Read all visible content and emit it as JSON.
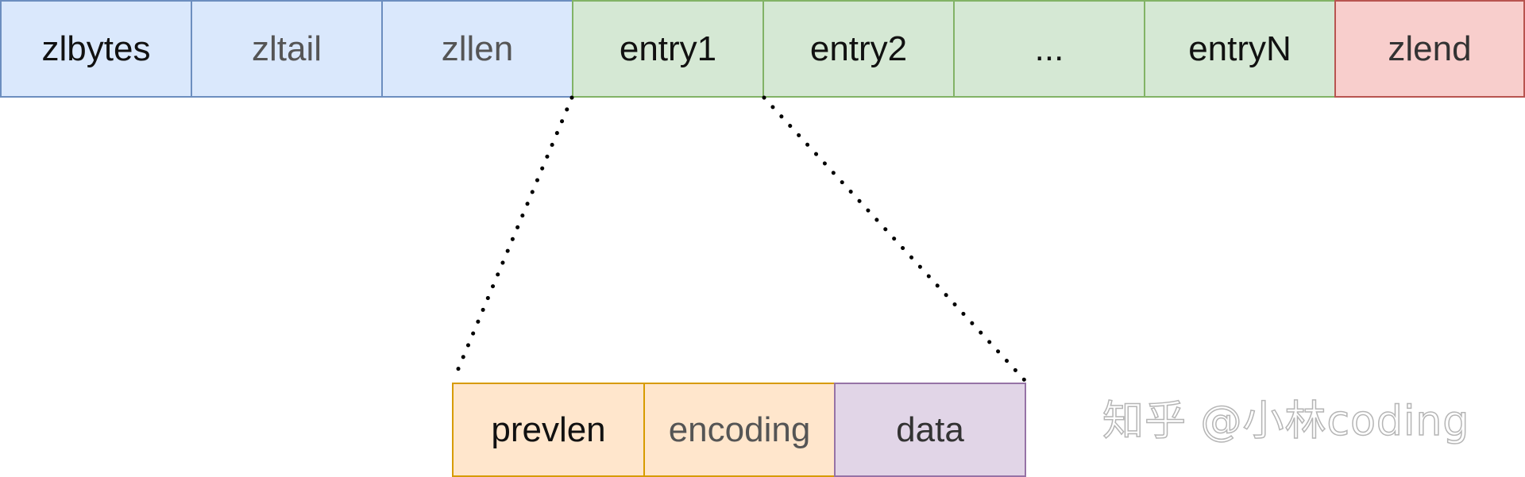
{
  "ziplist": {
    "fields": [
      {
        "label": "zlbytes",
        "color": "blue"
      },
      {
        "label": "zltail",
        "color": "blue"
      },
      {
        "label": "zllen",
        "color": "blue"
      },
      {
        "label": "entry1",
        "color": "green"
      },
      {
        "label": "entry2",
        "color": "green"
      },
      {
        "label": "...",
        "color": "green"
      },
      {
        "label": "entryN",
        "color": "green"
      },
      {
        "label": "zlend",
        "color": "red"
      }
    ]
  },
  "entry": {
    "fields": [
      {
        "label": "prevlen",
        "color": "orange"
      },
      {
        "label": "encoding",
        "color": "orange"
      },
      {
        "label": "data",
        "color": "purple"
      }
    ]
  },
  "watermark": "知乎 @小林coding",
  "colors": {
    "blue_fill": "#dae8fc",
    "blue_stroke": "#6c8ebf",
    "green_fill": "#d5e8d4",
    "green_stroke": "#82b366",
    "red_fill": "#f8cecc",
    "red_stroke": "#b85450",
    "orange_fill": "#ffe6cc",
    "orange_stroke": "#d79b00",
    "purple_fill": "#e1d5e7",
    "purple_stroke": "#9673a6"
  }
}
